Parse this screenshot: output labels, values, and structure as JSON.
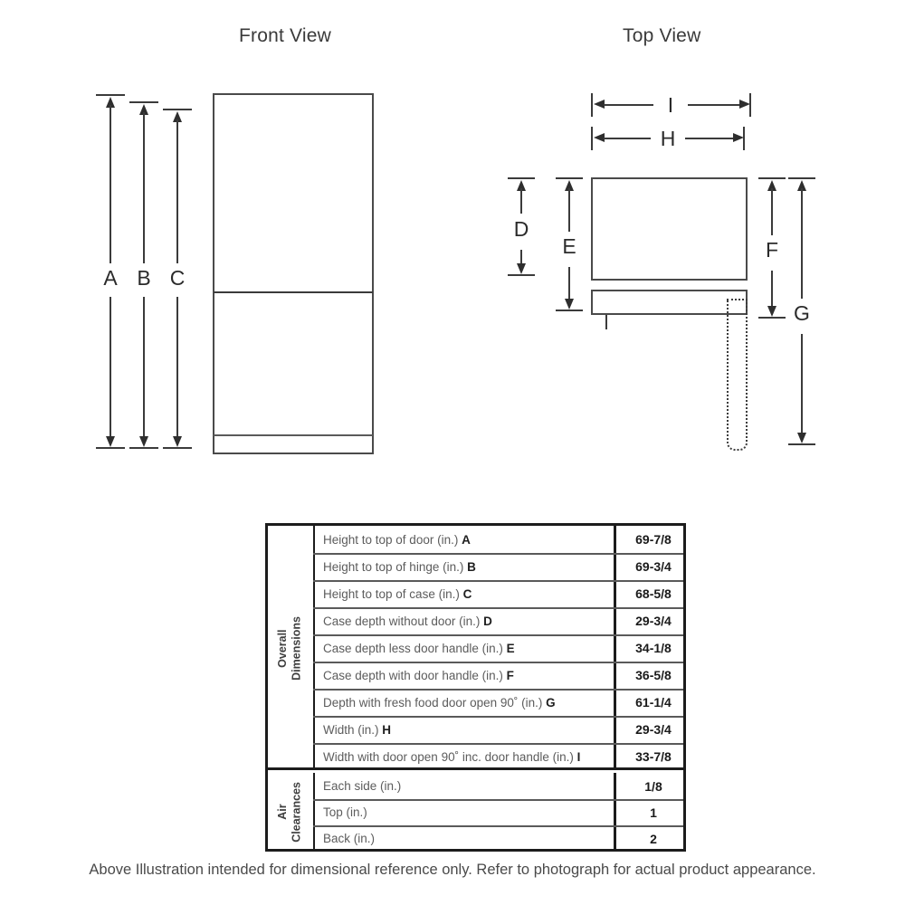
{
  "views": {
    "front": {
      "title": "Front View"
    },
    "top": {
      "title": "Top View"
    }
  },
  "dimension_markers": {
    "A": "A",
    "B": "B",
    "C": "C",
    "D": "D",
    "E": "E",
    "F": "F",
    "G": "G",
    "H": "H",
    "I": "I"
  },
  "spec_table": {
    "groups": [
      {
        "label": "Overall Dimensions",
        "label_lines": [
          "Overall",
          "Dimensions"
        ],
        "rows": [
          {
            "description": "Height to top of door (in.)",
            "marker": "A",
            "value": "69-7/8"
          },
          {
            "description": "Height to top of hinge (in.)",
            "marker": "B",
            "value": "69-3/4"
          },
          {
            "description": "Height to top of case (in.)",
            "marker": "C",
            "value": "68-5/8"
          },
          {
            "description": "Case depth without door (in.)",
            "marker": "D",
            "value": "29-3/4"
          },
          {
            "description": "Case depth less door handle (in.)",
            "marker": "E",
            "value": "34-1/8"
          },
          {
            "description": "Case depth with door handle (in.)",
            "marker": "F",
            "value": "36-5/8"
          },
          {
            "description": "Depth with fresh food door open 90˚ (in.)",
            "marker": "G",
            "value": "61-1/4"
          },
          {
            "description": "Width (in.)",
            "marker": "H",
            "value": "29-3/4"
          },
          {
            "description": "Width with door open 90˚ inc. door handle (in.)",
            "marker": "I",
            "value": "33-7/8"
          }
        ]
      },
      {
        "label": "Air Clearances",
        "label_lines": [
          "Air",
          "Clearances"
        ],
        "rows": [
          {
            "description": "Each side (in.)",
            "marker": "",
            "value": "1/8"
          },
          {
            "description": "Top (in.)",
            "marker": "",
            "value": "1"
          },
          {
            "description": "Back (in.)",
            "marker": "",
            "value": "2"
          }
        ]
      }
    ]
  },
  "caption": "Above Illustration intended for dimensional reference only. Refer to photograph for actual product appearance.",
  "colors": {
    "line": "#3b3b3b",
    "outline": "#4a4a4a",
    "table_border": "#1c1c1c",
    "text_muted": "#5c5c5c",
    "background": "#ffffff"
  }
}
